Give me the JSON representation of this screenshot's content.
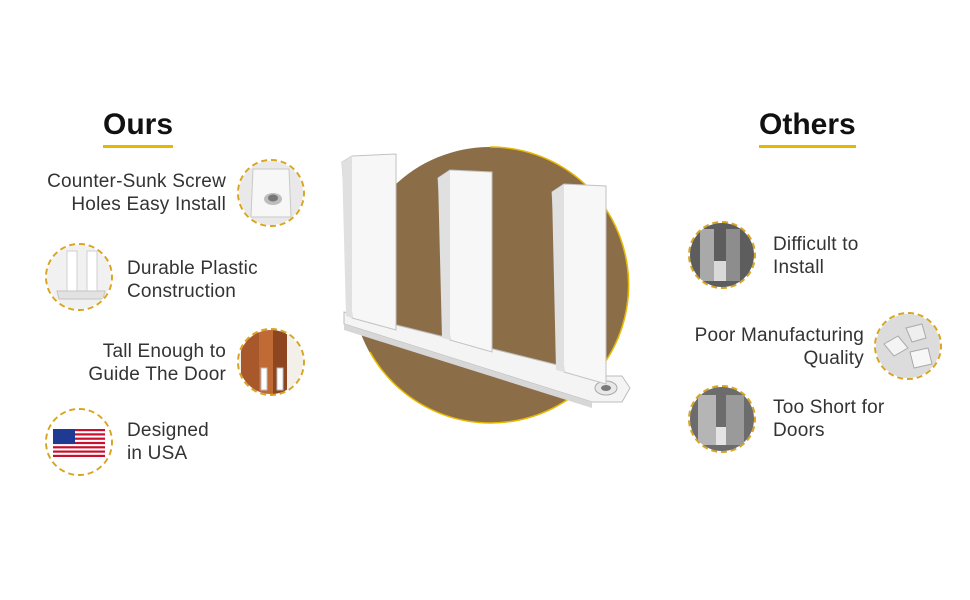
{
  "ours": {
    "title": "Ours",
    "features": [
      {
        "line1": "Counter-Sunk Screw",
        "line2": "Holes Easy Install",
        "icon": "screw-hole-icon"
      },
      {
        "line1": "Durable Plastic",
        "line2": "Construction",
        "icon": "plastic-guide-icon"
      },
      {
        "line1": "Tall Enough to",
        "line2": "Guide The Door",
        "icon": "door-guide-icon"
      },
      {
        "line1": "Designed",
        "line2": "in USA",
        "icon": "usa-flag-icon"
      }
    ]
  },
  "others": {
    "title": "Others",
    "features": [
      {
        "line1": "Difficult to",
        "line2": "Install",
        "icon": "metal-guide-icon"
      },
      {
        "line1": "Poor Manufacturing",
        "line2": "Quality",
        "icon": "broken-part-icon"
      },
      {
        "line1": "Too Short for",
        "line2": "Doors",
        "icon": "short-guide-icon"
      }
    ]
  },
  "colors": {
    "accent": "#e7b800",
    "circle": "#8b6d48",
    "text": "#333333"
  }
}
